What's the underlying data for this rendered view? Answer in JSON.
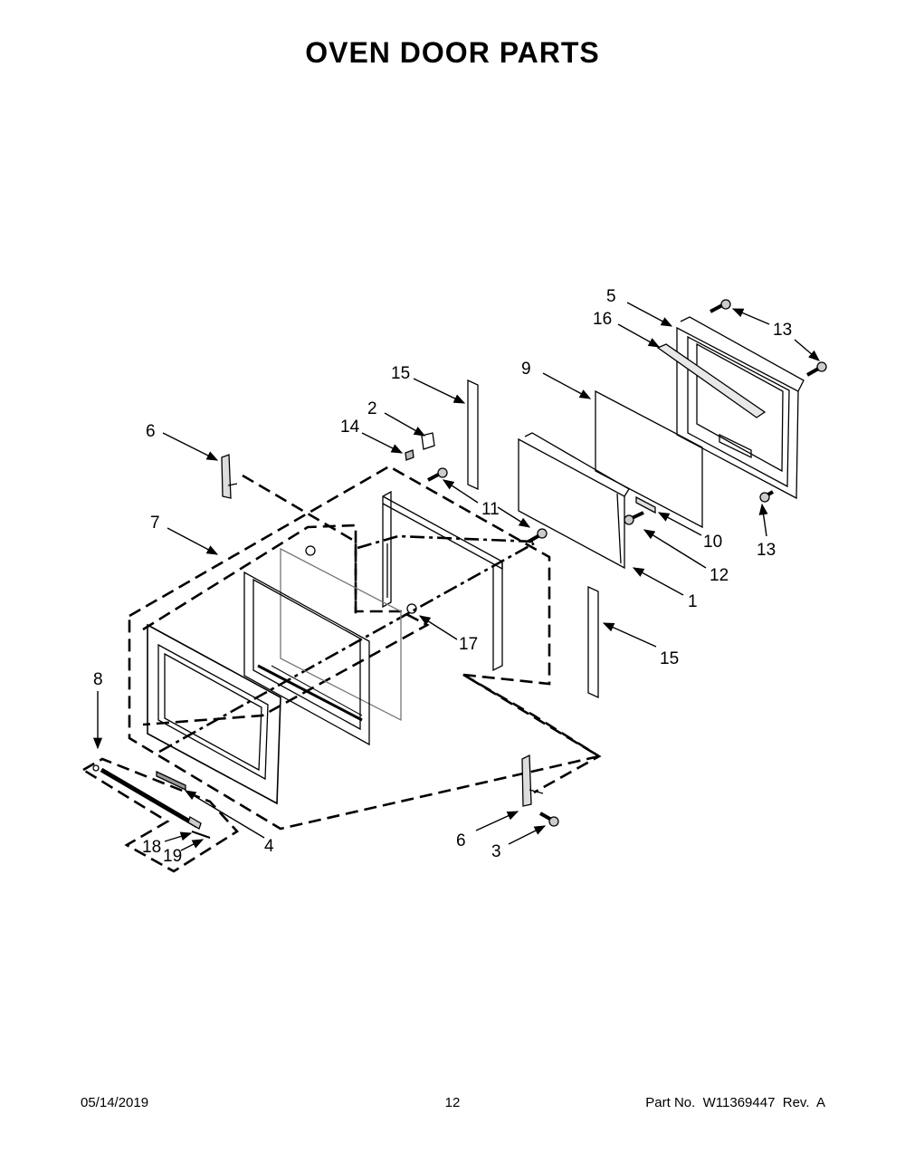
{
  "title": "OVEN DOOR PARTS",
  "callouts": [
    "5",
    "16",
    "13",
    "9",
    "15",
    "2",
    "14",
    "6",
    "11",
    "7",
    "10",
    "12",
    "13",
    "1",
    "17",
    "15",
    "8",
    "4",
    "18",
    "19",
    "6",
    "3"
  ],
  "footer": {
    "date": "05/14/2019",
    "page": "12",
    "part": "Part No.  W11369447  Rev.  A"
  }
}
